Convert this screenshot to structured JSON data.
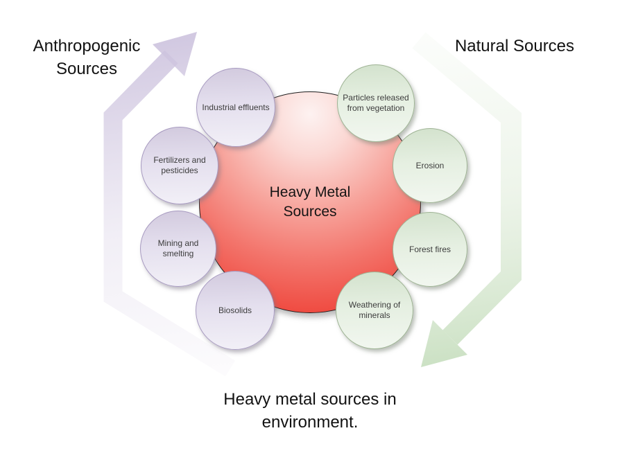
{
  "headers": {
    "left": "Anthropogenic Sources",
    "right": "Natural Sources"
  },
  "center": {
    "label": "Heavy Metal Sources"
  },
  "nodes": [
    {
      "label": "Industrial effluents",
      "group": "anthropogenic"
    },
    {
      "label": "Fertilizers and pesticides",
      "group": "anthropogenic"
    },
    {
      "label": "Mining and smelting",
      "group": "anthropogenic"
    },
    {
      "label": "Biosolids",
      "group": "anthropogenic"
    },
    {
      "label": "Particles released from vegetation",
      "group": "natural"
    },
    {
      "label": "Erosion",
      "group": "natural"
    },
    {
      "label": "Forest fires",
      "group": "natural"
    },
    {
      "label": "Weathering of minerals",
      "group": "natural"
    }
  ],
  "caption": "Heavy metal sources in environment.",
  "icons": {
    "left_arrow": "up-right-bent-arrow",
    "right_arrow": "down-left-bent-arrow"
  },
  "colors": {
    "anthropogenic_fill": "#d6cee3",
    "anthropogenic_border": "#a79ac0",
    "natural_fill": "#d6e5d0",
    "natural_border": "#9eb394",
    "center_red": "#ee4036",
    "center_highlight": "#fdf2f1",
    "arrow_purple": "#cdc3de",
    "arrow_green": "#c8dfc0",
    "text": "#121212"
  }
}
